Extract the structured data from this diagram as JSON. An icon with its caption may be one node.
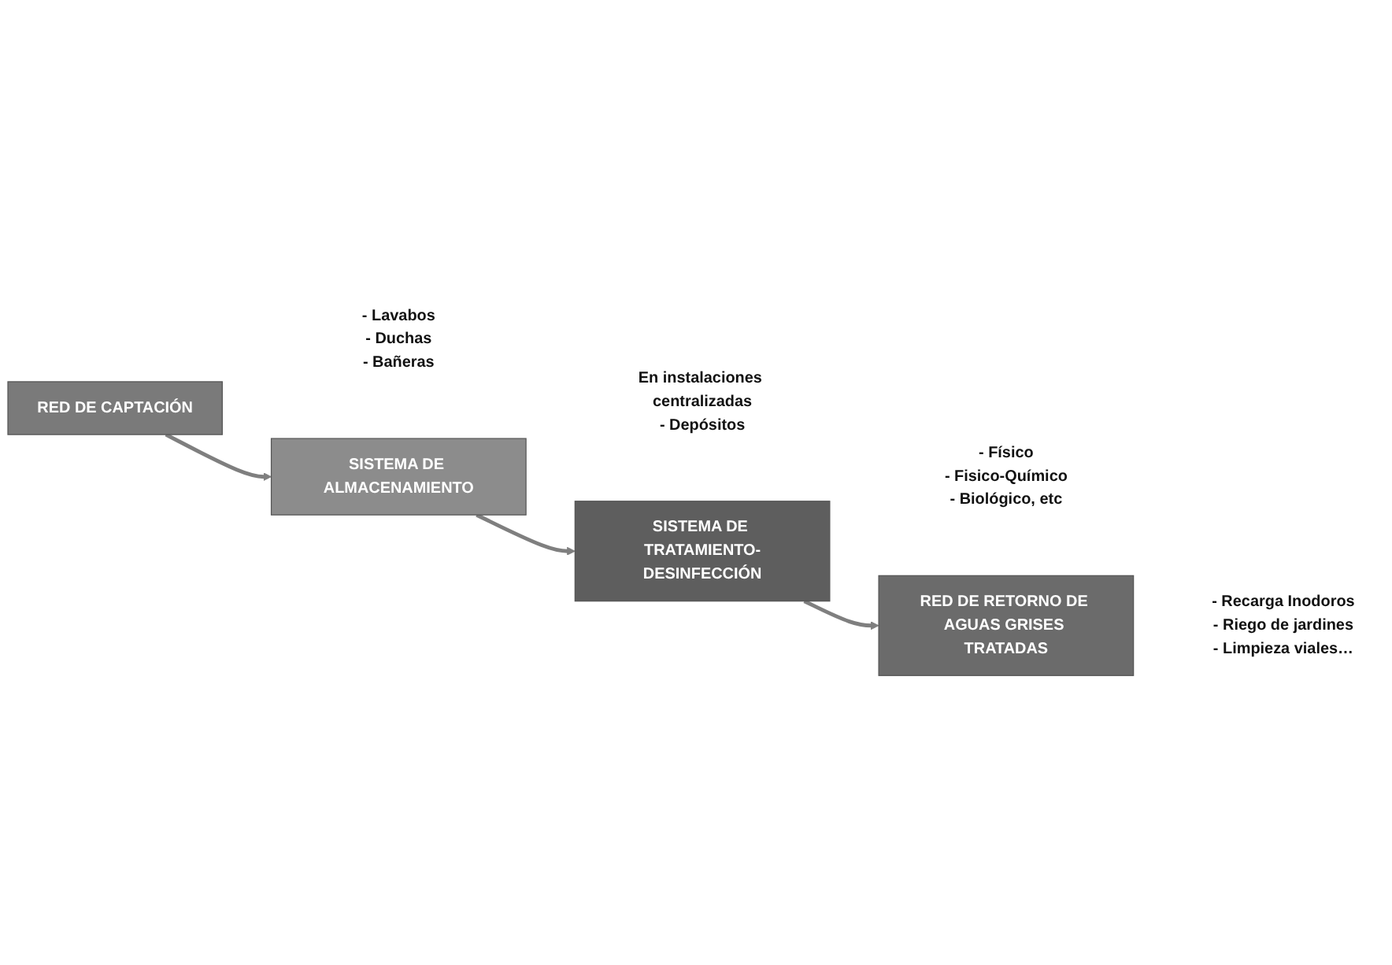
{
  "diagram": {
    "nodes": [
      {
        "text": [
          "RED DE CAPTACIÓN"
        ],
        "beside": [
          "- Lavabos",
          "- Duchas",
          "- Bañeras"
        ]
      },
      {
        "text": [
          "SISTEMA DE ALMACENAMIENTO"
        ],
        "beside": [
          "En instalaciones centralizadas",
          "- Depósitos"
        ]
      },
      {
        "text": [
          "SISTEMA DE TRATAMIENTO-DESINFECCIÓN"
        ],
        "beside": [
          "- Físico",
          "- Fisico-Químico",
          "- Biológico, etc"
        ]
      },
      {
        "text": [
          "RED DE RETORNO DE AGUAS GRISES TRATADAS"
        ],
        "beside": [
          "- Recarga Inodoros",
          "- Riego de jardines",
          "- Limpieza viales…"
        ]
      }
    ],
    "edges": [
      {
        "from": 0,
        "to": 1,
        "arrow": "to"
      },
      {
        "from": 1,
        "to": 2,
        "arrow": "to"
      },
      {
        "from": 2,
        "to": 3,
        "arrow": "to"
      }
    ]
  }
}
